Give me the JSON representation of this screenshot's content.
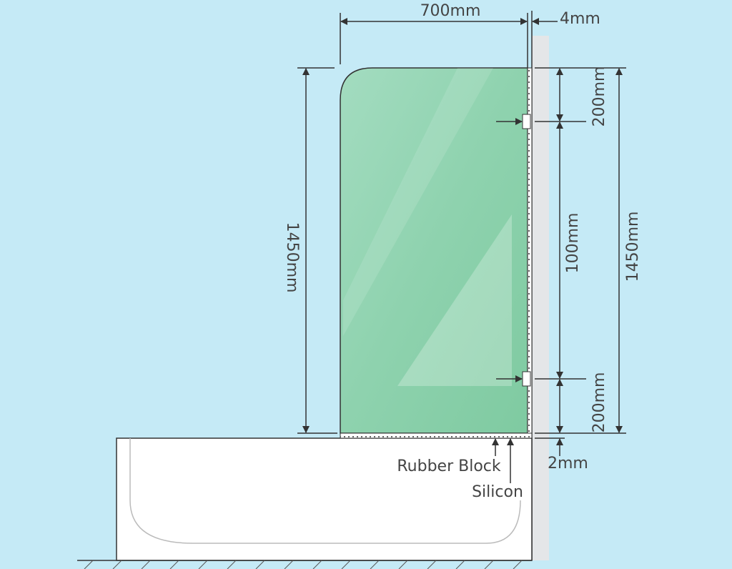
{
  "colors": {
    "background": "#c5eaf6",
    "glass": "#8fd3b0",
    "wall": "#e4e6e8",
    "tub": "#ffffff",
    "line": "#333333"
  },
  "dimensions": {
    "glass_width": "700mm",
    "glass_thickness": "4mm",
    "glass_height_left": "1450mm",
    "top_bracket_offset": "200mm",
    "bracket_spacing": "100mm",
    "bottom_bracket_offset": "200mm",
    "glass_height_right": "1450mm",
    "bottom_gap": "2mm"
  },
  "labels": {
    "rubber_block": "Rubber Block",
    "silicon": "Silicon"
  }
}
